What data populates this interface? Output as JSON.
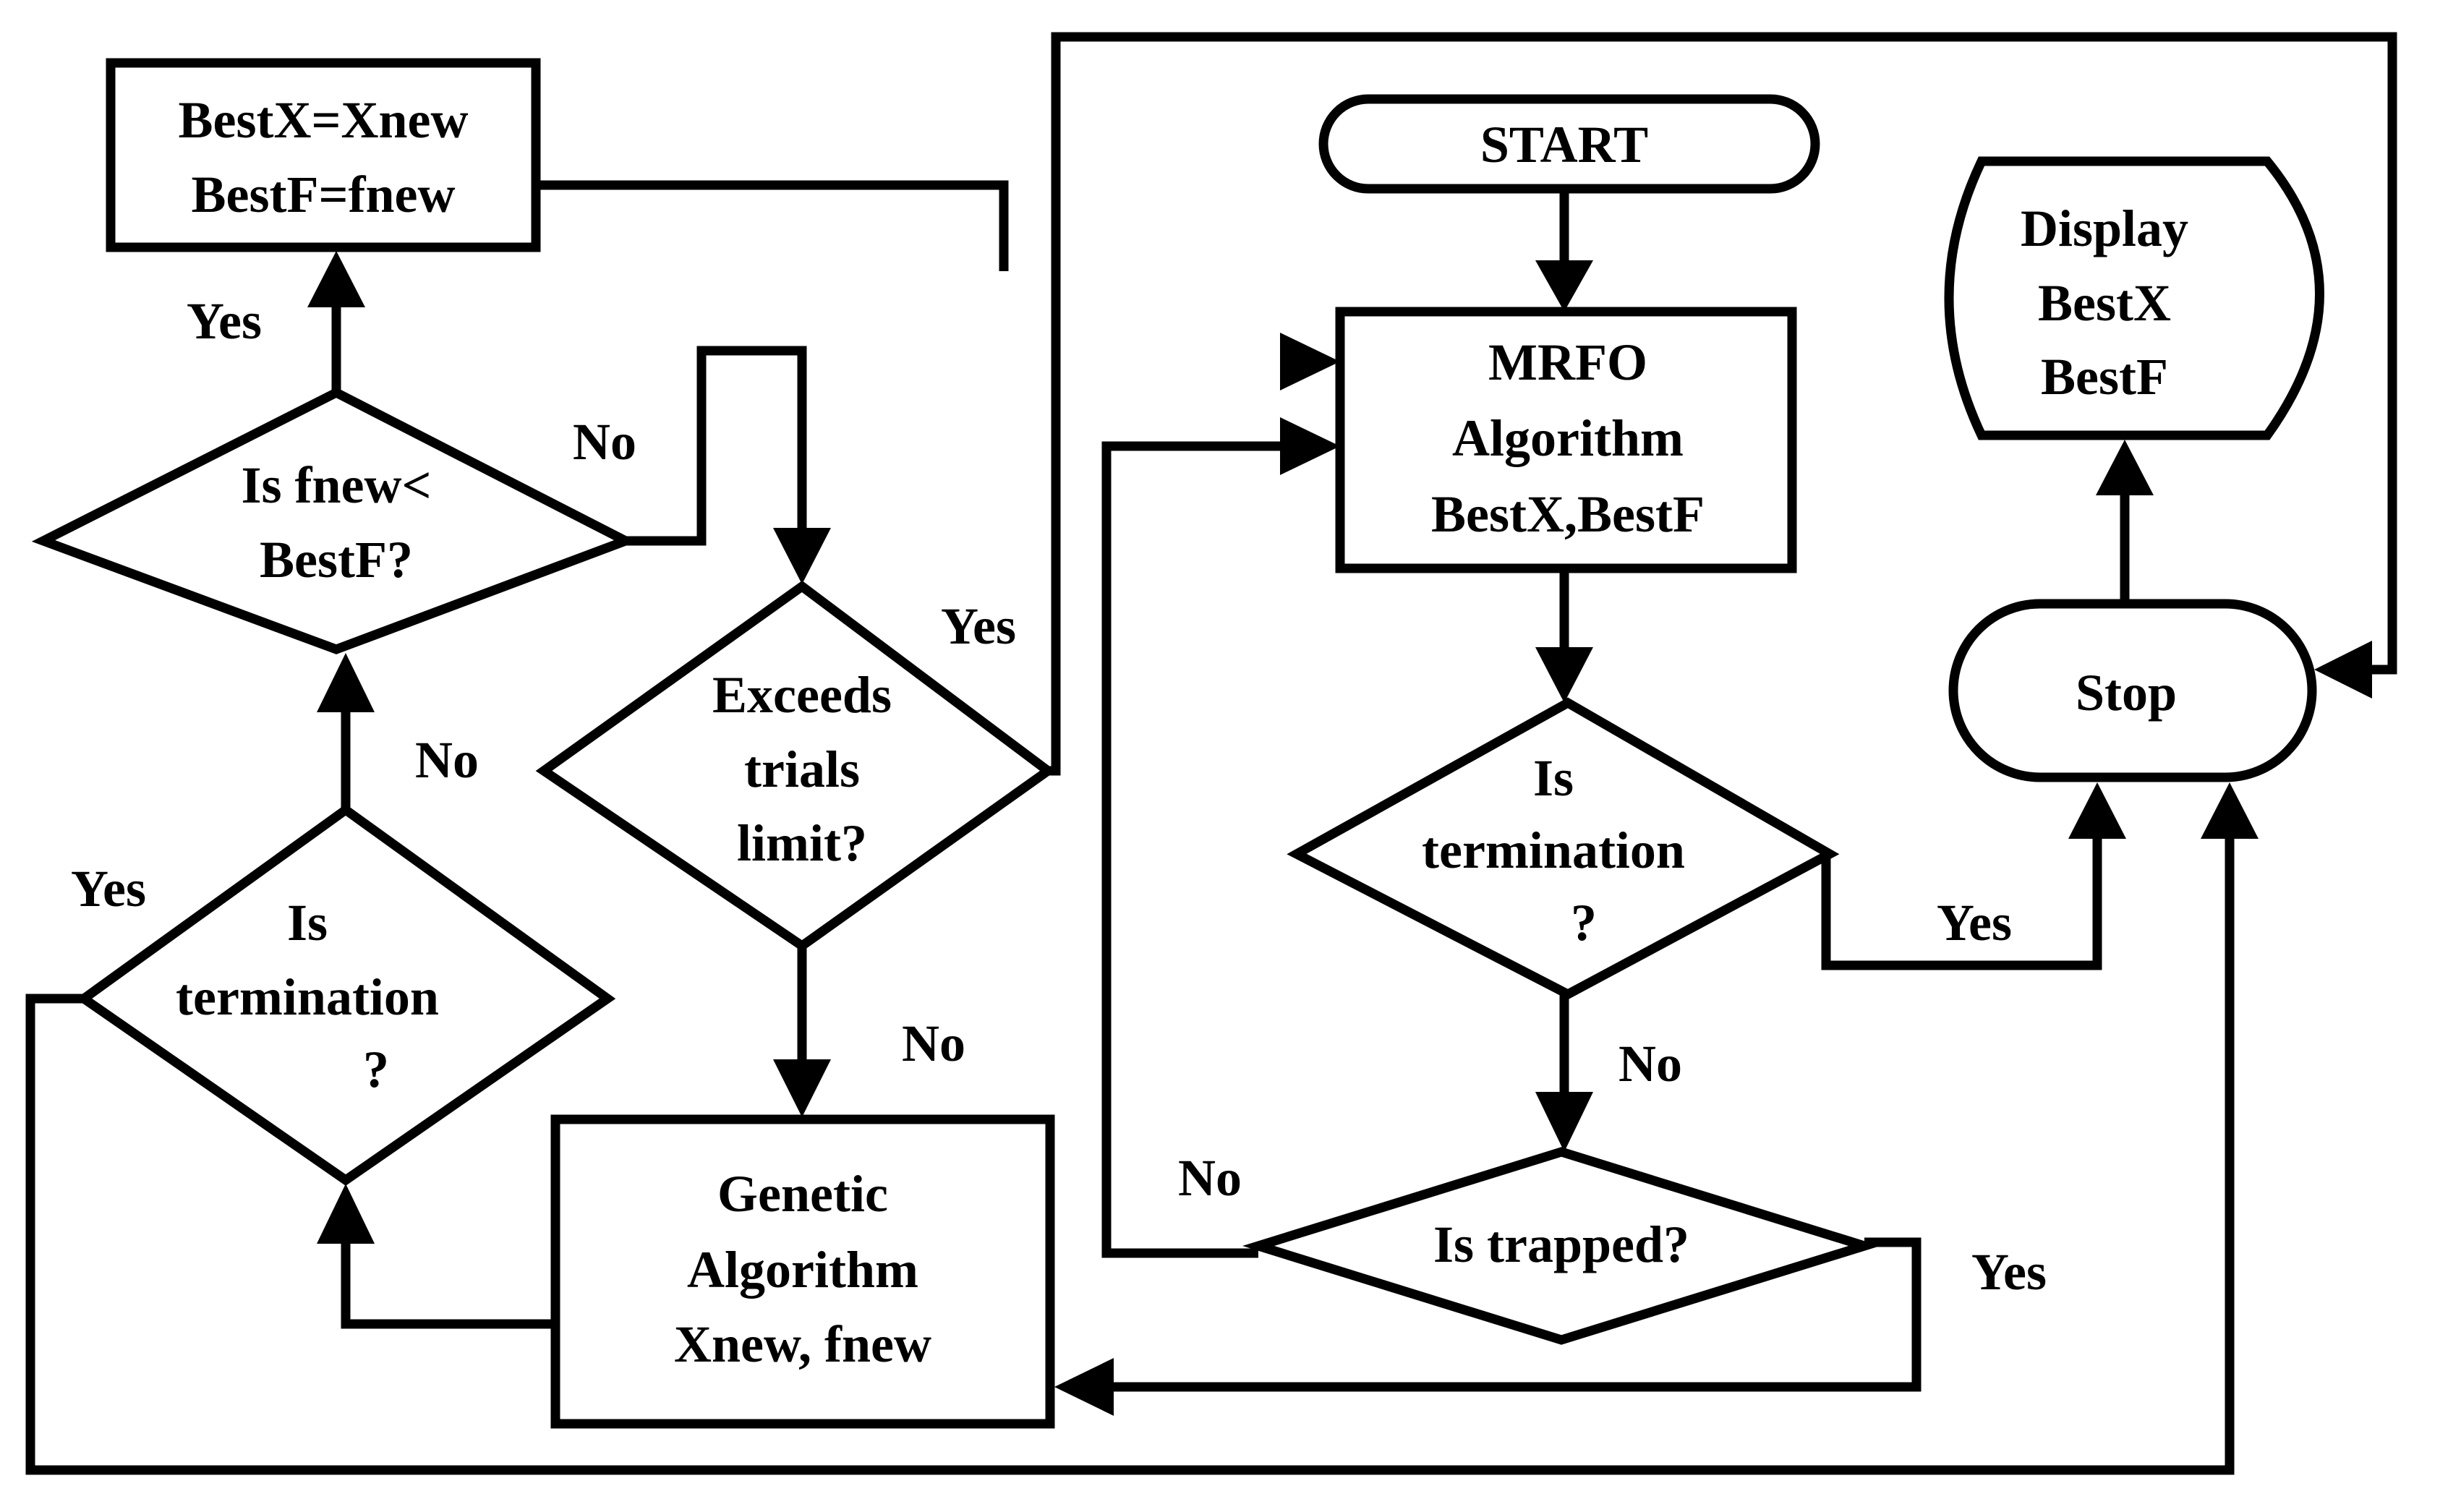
{
  "nodes": {
    "start": "START",
    "mrfo": [
      "MRFO",
      "Algorithm",
      "BestX,BestF"
    ],
    "term_right": [
      "Is",
      "termination",
      "?"
    ],
    "trapped": "Is trapped?",
    "genetic": [
      "Genetic",
      "Algorithm",
      "Xnew, fnew"
    ],
    "term_left": [
      "Is",
      "termination",
      "?"
    ],
    "fnew_check": [
      "Is fnew<",
      "BestF?"
    ],
    "bestx_update": [
      "BestX=Xnew",
      "BestF=fnew"
    ],
    "trials": [
      "Exceeds",
      "trials",
      "limit?"
    ],
    "stop": "Stop",
    "display": [
      "Display",
      "BestX",
      "BestF"
    ]
  },
  "edge_labels": {
    "fnew_yes": "Yes",
    "fnew_no": "No",
    "trials_yes": "Yes",
    "trials_no": "No",
    "term_left_yes": "Yes",
    "term_left_no": "No",
    "term_right_yes": "Yes",
    "term_right_no": "No",
    "trapped_no": "No",
    "trapped_yes": "Yes"
  }
}
